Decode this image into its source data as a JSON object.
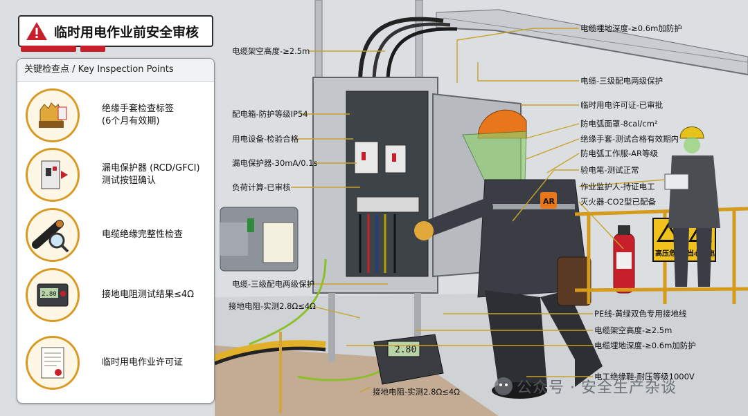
{
  "title": "临时用电作业前安全审核",
  "panel": {
    "header": "关键检查点 / Key Inspection Points",
    "items": [
      {
        "icon": "insulated-glove-icon",
        "line1": "绝缘手套检查标签",
        "line2": "(6个月有效期)"
      },
      {
        "icon": "rcd-breaker-icon",
        "line1": "漏电保护器 (RCD/GFCI)",
        "line2": "测试按钮确认"
      },
      {
        "icon": "cable-magnifier-icon",
        "line1": "电缆绝缘完整性检查",
        "line2": ""
      },
      {
        "icon": "earth-tester-icon",
        "line1": "接地电阻测试结果≤4Ω",
        "line2": "",
        "meter_reading": "2.80"
      },
      {
        "icon": "permit-document-icon",
        "line1": "临时用电作业许可证",
        "line2": ""
      }
    ]
  },
  "callouts_left": [
    "电缆架空高度-≥2.5m",
    "配电箱-防护等级IP54",
    "用电设备-检验合格",
    "漏电保护器-30mA/0.1s",
    "负荷计算-已审核",
    "电缆-三级配电两级保护",
    "接地电阻-实测2.8Ω≤4Ω",
    "接地电阻-实测2.8Ω≤4Ω"
  ],
  "callouts_right": [
    "电缆埋地深度-≥0.6m加防护",
    "电缆-三级配电两级保护",
    "临时用电许可证-已审批",
    "防电弧面罩-8cal/cm²",
    "绝缘手套-测试合格有效期内",
    "防电弧工作服-AR等级",
    "验电笔-测试正常",
    "作业监护人-持证电工",
    "灭火器-CO2型已配备",
    "PE线-黄绿双色专用接地线",
    "电缆架空高度-≥2.5m",
    "电缆埋地深度-≥0.6m加防护",
    "电工绝缘鞋-耐压等级1000V"
  ],
  "signs": [
    "高压危险",
    "当心触电"
  ],
  "vest_badge": "AR",
  "meter_display": "2.80",
  "watermark": "公众号 · 安全生产杂谈",
  "colors": {
    "accent_red": "#c8202a",
    "accent_orange": "#d89a22",
    "helmet": "#e8771c",
    "leader_line": "#c9a227"
  }
}
